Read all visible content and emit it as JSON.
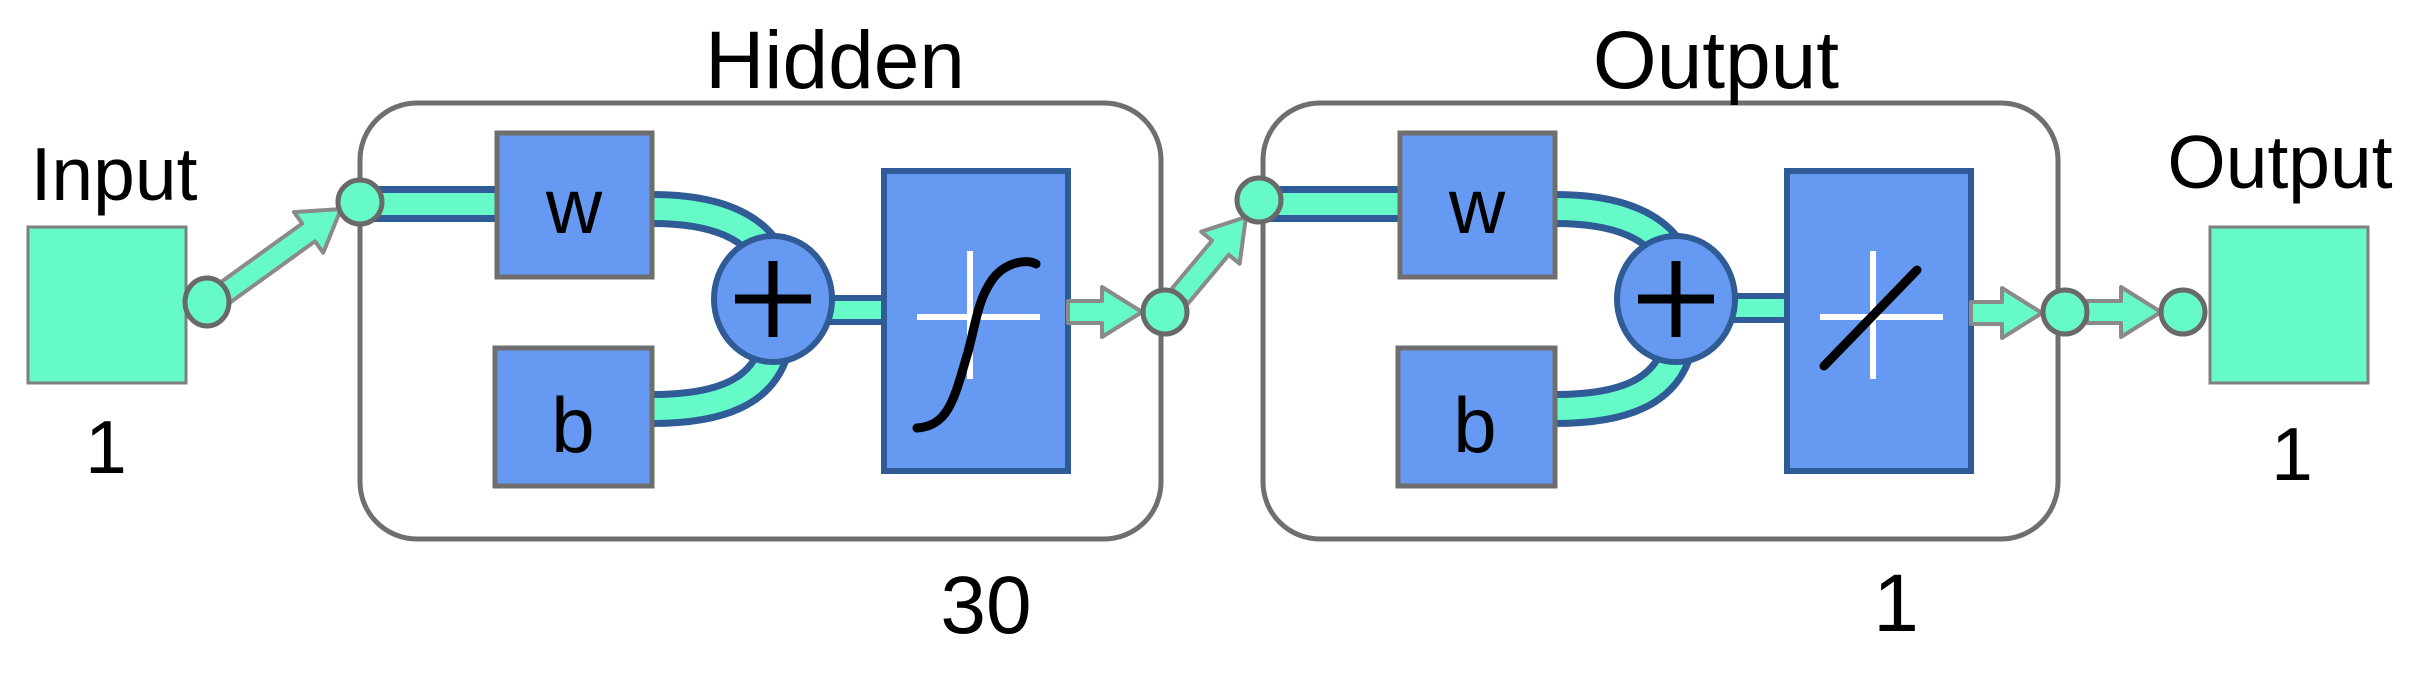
{
  "diagram": {
    "type": "neural-network-architecture",
    "input": {
      "label": "Input",
      "size": "1"
    },
    "layers": [
      {
        "title": "Hidden",
        "weight": "w",
        "bias": "b",
        "sum": "+",
        "transfer_icon": "tansig-sigmoid-icon",
        "size": "30"
      },
      {
        "title": "Output",
        "weight": "w",
        "bias": "b",
        "sum": "+",
        "transfer_icon": "purelin-linear-icon",
        "size": "1"
      }
    ],
    "output": {
      "label": "Output",
      "size": "1"
    },
    "colors": {
      "signal_green": "#66FAC9",
      "block_blue": "#6699F2",
      "block_border_navy": "#2F5B96",
      "frame_gray": "#6F6F6F",
      "arrow_outline_gray": "#8A8A8A",
      "io_square_border_gray": "#7F7F7F",
      "text_black": "#000000",
      "background": "#FFFFFF"
    }
  }
}
